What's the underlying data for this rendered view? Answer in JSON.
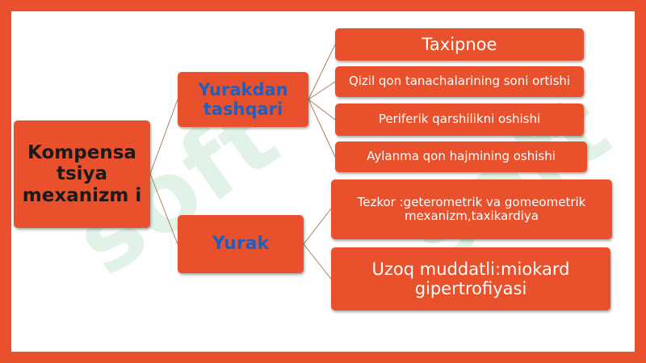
{
  "root": {
    "label": "Kompensa tsiya mexanizm i"
  },
  "branches": [
    {
      "label": "Yurakdan tashqari",
      "children": [
        "Taxipnoe",
        "Qizil qon tanachalarining soni ortishi",
        "Periferik qarshilikni oshishi",
        "Aylanma qon hajmining oshishi"
      ]
    },
    {
      "label": "Yurak",
      "children": [
        "Tezkor :geterometrik va gomeometrik mexanizm,taxikardiya",
        "Uzoq muddatli:miokard gipertrofiyasi"
      ]
    }
  ],
  "watermark": "soft",
  "colors": {
    "accent": "#e8512b",
    "root_text": "#1a1a1a",
    "branch_text": "#1f5fbf",
    "panel": "#ffffff"
  }
}
